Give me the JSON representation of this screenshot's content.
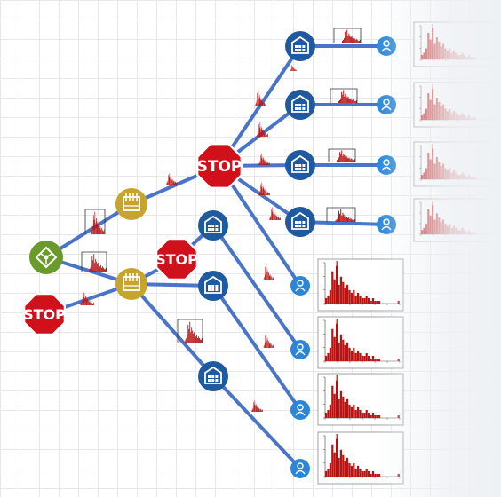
{
  "colors": {
    "link": "#4a74c8",
    "source": "#6a9a2a",
    "factory": "#c6a52a",
    "warehouse": "#1f5aa0",
    "customer": "#2b86d8",
    "stop": "#d0101b",
    "bar": "#b81414",
    "marker": "#cc0000"
  },
  "icons": {
    "source": "network-hub-icon",
    "factory": "factory-icon",
    "warehouse": "warehouse-icon",
    "customer": "person-icon",
    "stop": "stop-sign-icon"
  },
  "stop_label": "STOP",
  "histogram": {
    "bars": [
      2,
      3,
      5,
      12,
      9,
      14,
      7,
      10,
      8,
      6,
      7,
      5,
      4,
      5,
      3,
      4,
      3,
      2,
      2,
      3,
      2,
      1,
      2,
      1,
      1,
      1,
      0,
      0,
      0,
      0,
      0,
      0,
      0,
      0,
      1
    ],
    "marker_index": 5
  },
  "nodes": [
    {
      "id": "source",
      "type": "source"
    },
    {
      "id": "stop-left",
      "type": "stop"
    },
    {
      "id": "factory-1",
      "type": "factory"
    },
    {
      "id": "factory-2",
      "type": "factory"
    },
    {
      "id": "stop-center",
      "type": "stop"
    },
    {
      "id": "stop-mid",
      "type": "stop"
    },
    {
      "id": "warehouse-1",
      "type": "warehouse"
    },
    {
      "id": "warehouse-2",
      "type": "warehouse"
    },
    {
      "id": "warehouse-3",
      "type": "warehouse"
    },
    {
      "id": "warehouse-4",
      "type": "warehouse"
    },
    {
      "id": "warehouse-5",
      "type": "warehouse"
    },
    {
      "id": "warehouse-6",
      "type": "warehouse"
    },
    {
      "id": "warehouse-7",
      "type": "warehouse"
    },
    {
      "id": "customer-1",
      "type": "customer"
    },
    {
      "id": "customer-2",
      "type": "customer"
    },
    {
      "id": "customer-3",
      "type": "customer"
    },
    {
      "id": "customer-4",
      "type": "customer"
    },
    {
      "id": "customer-5",
      "type": "customer"
    },
    {
      "id": "customer-6",
      "type": "customer"
    },
    {
      "id": "customer-7",
      "type": "customer"
    },
    {
      "id": "customer-8",
      "type": "customer"
    }
  ],
  "links": [
    [
      "source",
      "factory-1"
    ],
    [
      "source",
      "factory-2"
    ],
    [
      "stop-left",
      "factory-2"
    ],
    [
      "factory-1",
      "stop-center"
    ],
    [
      "factory-2",
      "stop-mid"
    ],
    [
      "factory-2",
      "warehouse-6"
    ],
    [
      "factory-2",
      "warehouse-7"
    ],
    [
      "stop-mid",
      "warehouse-5"
    ],
    [
      "stop-center",
      "warehouse-1"
    ],
    [
      "stop-center",
      "warehouse-2"
    ],
    [
      "stop-center",
      "warehouse-3"
    ],
    [
      "stop-center",
      "warehouse-4"
    ],
    [
      "stop-center",
      "customer-5"
    ],
    [
      "warehouse-1",
      "customer-1"
    ],
    [
      "warehouse-2",
      "customer-2"
    ],
    [
      "warehouse-3",
      "customer-3"
    ],
    [
      "warehouse-4",
      "customer-4"
    ],
    [
      "warehouse-5",
      "customer-6"
    ],
    [
      "warehouse-6",
      "customer-7"
    ],
    [
      "warehouse-7",
      "customer-8"
    ]
  ]
}
